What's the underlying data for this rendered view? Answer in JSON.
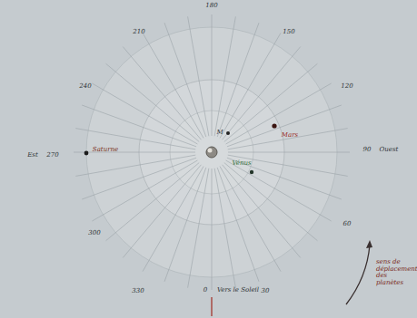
{
  "diagram": {
    "labels": [
      "180",
      "150",
      "120",
      "90",
      "Ouest",
      "60",
      "30",
      "0",
      "Vers le Soleil",
      "330",
      "300",
      "Est",
      "270",
      "240",
      "210",
      "Mars",
      "Vénus",
      "Saturne",
      "M",
      "sens de déplacement des planètes"
    ]
  }
}
